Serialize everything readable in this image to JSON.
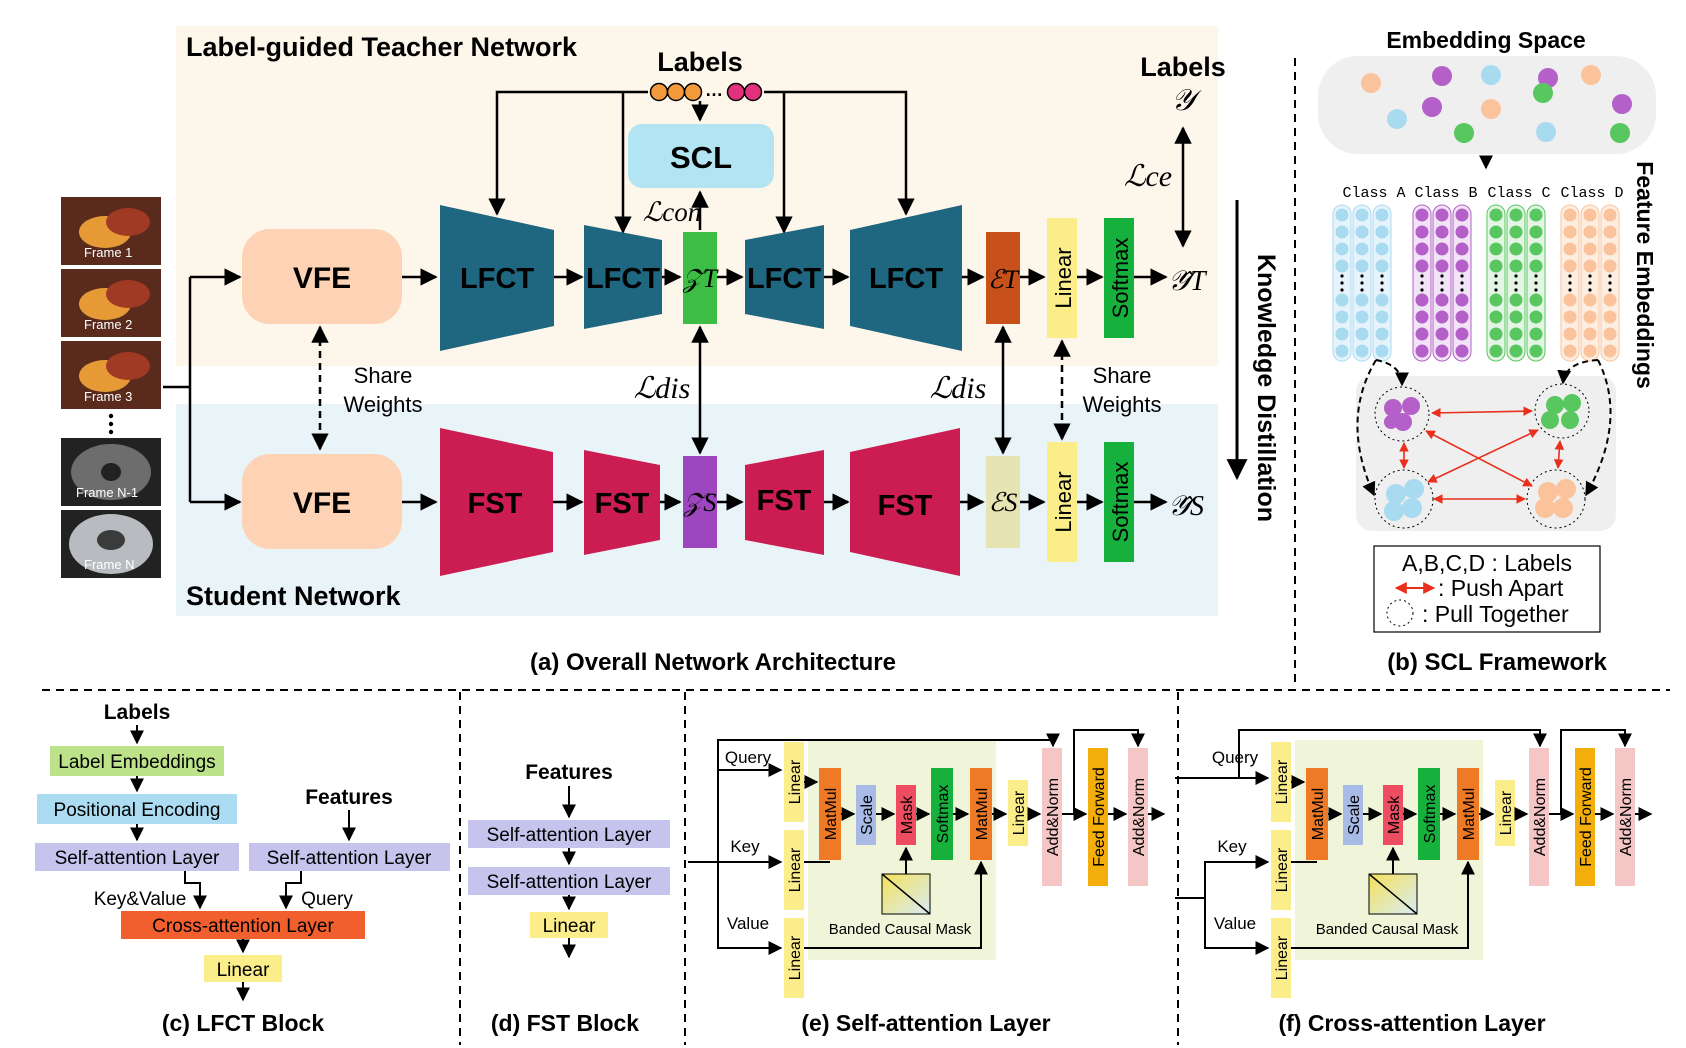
{
  "panel_a": {
    "teacher_title": "Label-guided Teacher Network",
    "student_title": "Student Network",
    "caption": "(a) Overall Network Architecture",
    "labels_top": "Labels",
    "labels_right": "Labels",
    "scl": "SCL",
    "vfe": "VFE",
    "lfct": "LFCT",
    "fst": "FST",
    "linear": "Linear",
    "softmax": "Softmax",
    "share_weights_1": "Share",
    "share_weights_2": "Weights",
    "knowledge_distillation": "Knowledge Distillation",
    "frames": [
      "Frame 1",
      "Frame 2",
      "Frame 3",
      "Frame N-1",
      "Frame N"
    ],
    "math": {
      "l_con": "ℒcon",
      "l_dis": "ℒdis",
      "l_ce": "ℒce",
      "z_t": "𝒵T",
      "z_s": "𝒵S",
      "e_t": "ℰT",
      "e_s": "ℰS",
      "y": "𝒴",
      "y_t": "𝒴̂T",
      "y_s": "𝒴̂S"
    }
  },
  "panel_b": {
    "embedding_space": "Embedding Space",
    "feature_embeddings": "Feature Embeddings",
    "classes": [
      "Class A",
      "Class B",
      "Class C",
      "Class D"
    ],
    "legend_labels": "A,B,C,D : Labels",
    "legend_push": ": Push Apart",
    "legend_pull": ": Pull Together",
    "caption": "(b)  SCL Framework"
  },
  "panel_c": {
    "labels": "Labels",
    "label_embeddings": "Label Embeddings",
    "positional_encoding": "Positional Encoding",
    "features": "Features",
    "self_attention_1": "Self-attention Layer",
    "self_attention_2": "Self-attention Layer",
    "key_value": "Key&Value",
    "query": "Query",
    "cross_attention": "Cross-attention Layer",
    "linear": "Linear",
    "caption": "(c) LFCT Block"
  },
  "panel_d": {
    "features": "Features",
    "self_attention_1": "Self-attention Layer",
    "self_attention_2": "Self-attention Layer",
    "linear": "Linear",
    "caption": "(d) FST Block"
  },
  "attention": {
    "query": "Query",
    "key": "Key",
    "value": "Value",
    "linear": "Linear",
    "matmul": "MatMul",
    "scale": "Scale",
    "mask": "Mask",
    "softmax": "Softmax",
    "add_norm": "Add&Norm",
    "feed_forward": "Feed Forward",
    "banded_causal_mask": "Banded Causal Mask"
  },
  "panel_e": {
    "caption": "(e) Self-attention Layer"
  },
  "panel_f": {
    "caption": "(f) Cross-attention Layer"
  },
  "colors": {
    "teacher_bg": "#fdf6ea",
    "student_bg": "#e9f4f8",
    "lfct": "#1f6680",
    "fst": "#cc1d52",
    "vfe": "#fdd2b5",
    "scl": "#b2e4f1",
    "z_t": "#3dbd45",
    "z_s": "#9d46bd",
    "e_t": "#c8501a",
    "e_s": "#e5e4b2",
    "linear": "#faed8a",
    "softmax": "#16b03d",
    "class_a": "#a9dbf0",
    "class_b": "#b460c8",
    "class_c": "#58c75f",
    "class_d": "#fbc39c",
    "push": "#e8301c",
    "matmul": "#ef7a25",
    "scale": "#a7bbe6",
    "mask": "#ee4c60",
    "addnorm": "#f4c6c5",
    "ff": "#f4ae0b",
    "label_emb": "#bce38a",
    "pos_enc": "#abdcf1",
    "sa": "#c6c3ec",
    "cross": "#f25f2e"
  }
}
